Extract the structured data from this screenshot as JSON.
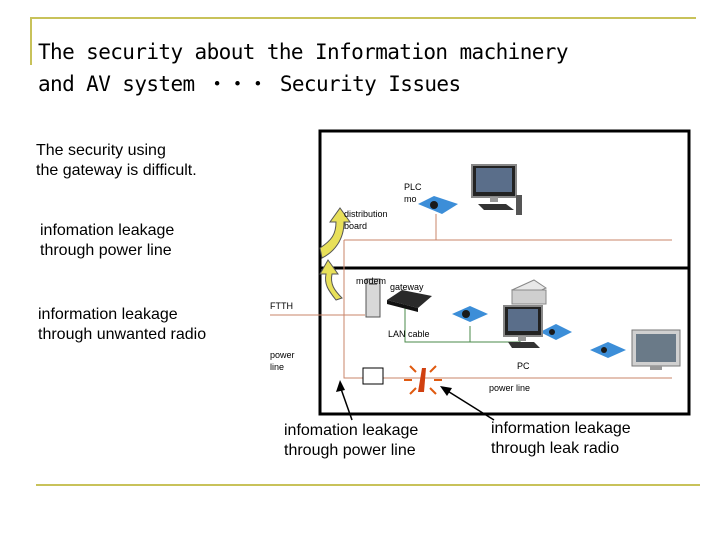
{
  "slide": {
    "title_line1": "The security about the Information machinery",
    "title_line2": "and AV system ・・・ Security Issues"
  },
  "notes": {
    "gateway_difficult_line1": "The security using",
    "gateway_difficult_line2": "the gateway is difficult.",
    "leak_power_top_line1": "infomation leakage",
    "leak_power_top_line2": "through power line",
    "leak_radio_line1": "information leakage",
    "leak_radio_line2": "through unwanted radio",
    "leak_power_bottom_line1": "infomation leakage",
    "leak_power_bottom_line2": "through power line",
    "leak_leak_radio_line1": "information leakage",
    "leak_leak_radio_line2": "through leak radio"
  },
  "diagram": {
    "plc_line1": "PLC",
    "plc_line2": "mo",
    "distribution_line1": "distribution",
    "distribution_line2": "board",
    "modem": "modem",
    "gateway": "gateway",
    "ftth": "FTTH",
    "lan_cable": "LAN cable",
    "power_line_left_line1": "power",
    "power_line_left_line2": "line",
    "pc": "PC",
    "power_line_bottom": "power line"
  },
  "colors": {
    "accent_rule": "#c8c25a",
    "power_line": "#c8846a",
    "lan_cable": "#4a8a4a",
    "arrow_fill": "#e8e05a",
    "radio": "#e05a10"
  }
}
